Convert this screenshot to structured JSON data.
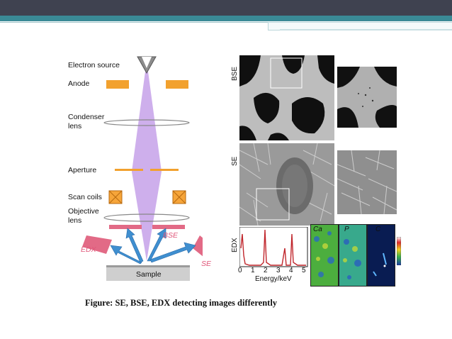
{
  "slide": {
    "caption": "Figure: SE, BSE, EDX detecting images differently"
  },
  "diagram": {
    "labels": {
      "electron_source": "Electron source",
      "anode": "Anode",
      "condenser_1": "Condenser",
      "condenser_2": "lens",
      "aperture": "Aperture",
      "scan_coils": "Scan coils",
      "objective_1": "Objective",
      "objective_2": "lens",
      "bse": "BSE",
      "edx": "EDX",
      "se": "SE",
      "sample": "Sample"
    },
    "colors": {
      "beam": "#c9a6ea",
      "anode": "#f2a12e",
      "aperture": "#f2a12e",
      "coil": "#f6a53a",
      "detector": "#e26a86",
      "arrow": "#3f8fd0",
      "sample": "#cfcfcf"
    }
  },
  "micrographs": {
    "bse_label": "BSE",
    "se_label": "SE",
    "edx_label": "EDX",
    "energy_axis_label": "Energy/keV",
    "energy_ticks": [
      "0",
      "1",
      "2",
      "3",
      "4",
      "5"
    ],
    "maps": [
      "Ca",
      "P",
      "C"
    ]
  }
}
